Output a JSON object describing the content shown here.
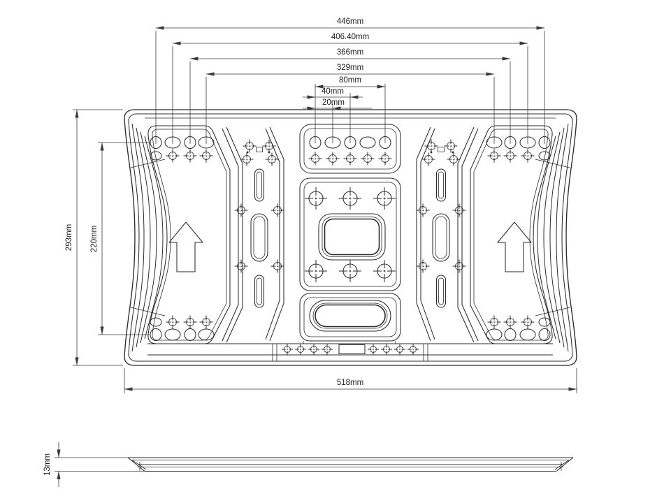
{
  "document": {
    "type": "technical-drawing",
    "subject": "TV wall mount plate - dimensioned front and side views",
    "background_color": "#ffffff",
    "line_color": "#2b2b2b",
    "views": [
      "front view",
      "side profile view"
    ]
  },
  "front_view": {
    "dimensions": {
      "width_446": {
        "label": "446mm",
        "value": 446,
        "unit": "mm"
      },
      "width_406": {
        "label": "406.40mm",
        "value": 406.4,
        "unit": "mm"
      },
      "width_366": {
        "label": "366mm",
        "value": 366,
        "unit": "mm"
      },
      "width_329": {
        "label": "329mm",
        "value": 329,
        "unit": "mm"
      },
      "width_80": {
        "label": "80mm",
        "value": 80,
        "unit": "mm"
      },
      "width_40": {
        "label": "40mm",
        "value": 40,
        "unit": "mm"
      },
      "width_20": {
        "label": "20mm",
        "value": 20,
        "unit": "mm"
      },
      "height_293": {
        "label": "293mm",
        "value": 293,
        "unit": "mm"
      },
      "height_220": {
        "label": "220mm",
        "value": 220,
        "unit": "mm"
      },
      "width_518": {
        "label": "518mm",
        "value": 518,
        "unit": "mm"
      }
    },
    "icons": {
      "orientation_arrow": "up-arrow"
    }
  },
  "side_view": {
    "dimensions": {
      "thickness_13": {
        "label": "13mm",
        "value": 13,
        "unit": "mm"
      }
    }
  }
}
